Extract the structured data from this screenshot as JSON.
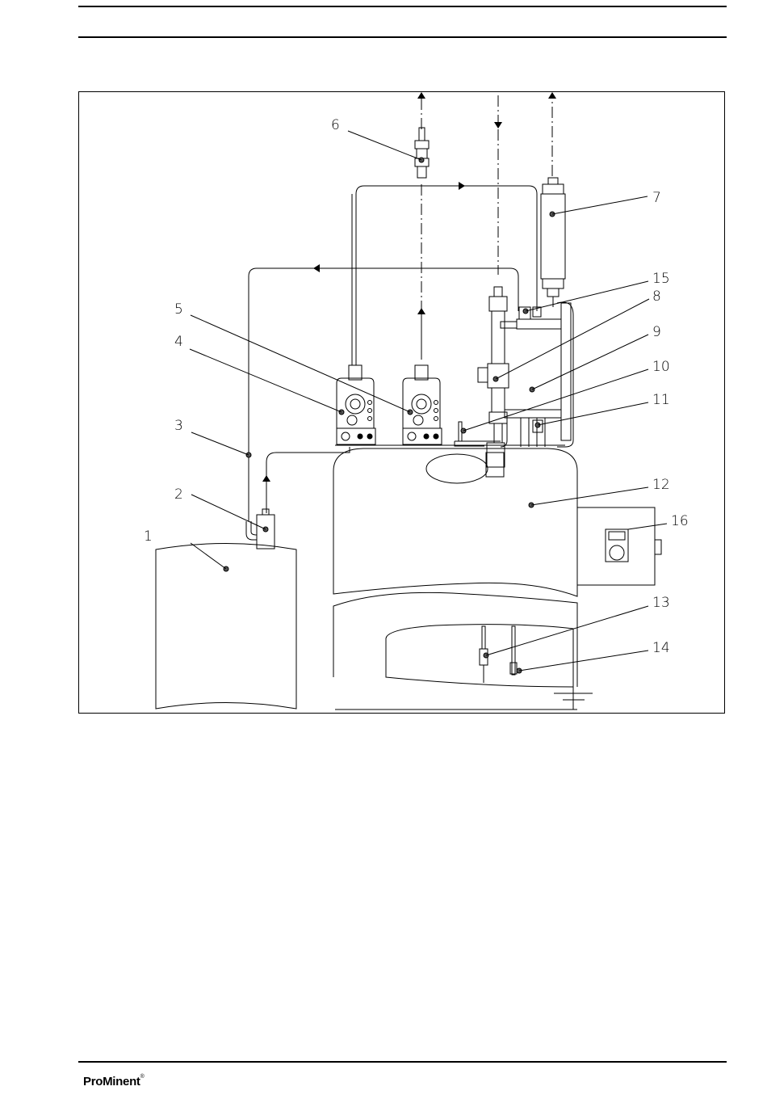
{
  "figure": {
    "callouts": [
      "1",
      "2",
      "3",
      "4",
      "5",
      "6",
      "7",
      "8",
      "9",
      "10",
      "11",
      "12",
      "13",
      "14",
      "15",
      "16"
    ]
  },
  "footer": {
    "brand": "ProMinent",
    "brand_mark": "®"
  }
}
